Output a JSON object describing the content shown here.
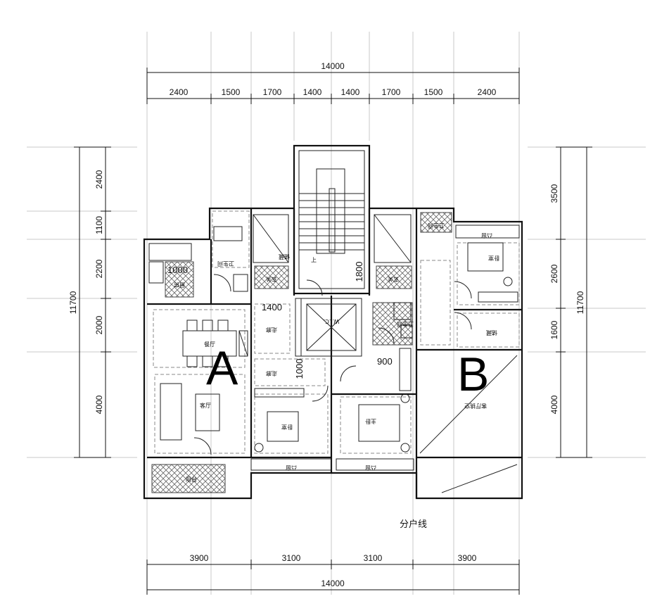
{
  "top_total": "14000",
  "top_segments": [
    "2400",
    "1500",
    "1700",
    "1400",
    "1400",
    "1700",
    "1500",
    "2400"
  ],
  "bottom_total": "14000",
  "bottom_segments": [
    "3900",
    "3100",
    "3100",
    "3900"
  ],
  "left_total": "11700",
  "left_segments": [
    "2400",
    "1100",
    "2200",
    "2000",
    "4000"
  ],
  "right_total": "11700",
  "right_segments": [
    "3500",
    "2600",
    "1600",
    "4000"
  ],
  "units": {
    "A": "A",
    "B": "B"
  },
  "boundary_label": "分户线",
  "inner_dims": {
    "d1400": "1400",
    "d1000_kitchen": "1000",
    "d1800": "1800",
    "d1000_corridor": "1000",
    "d900": "900"
  },
  "rooms": {
    "storage_a": "储藏",
    "bath_a": "卫生间",
    "kitchen_a": "厨房",
    "entry_a": "玄关",
    "dining_a": "餐厅",
    "corridor_a1": "走廊",
    "corridor_a2": "走廊",
    "living_a": "客厅",
    "balcony_a": "阳台",
    "bedroom_a": "卧室",
    "bay_a1": "凸窗",
    "stair_up": "上",
    "wic": "W.I.C.",
    "master_bed": "主卧",
    "bay_a2": "凸窗",
    "entry_b": "玄关",
    "bath_b": "卫生间",
    "bath_b2": "卫生间",
    "bay_b": "凸窗",
    "bedroom_b": "卧室",
    "storage_b": "储藏",
    "living_b": "客厅挑空"
  },
  "colors": {
    "line": "#111111",
    "grid": "#c8c8c8",
    "dashed": "#888888"
  }
}
